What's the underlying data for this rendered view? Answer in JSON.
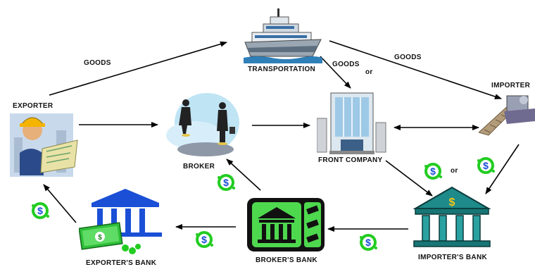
{
  "nodes": {
    "exporter": "EXPORTER",
    "transportation": "TRANSPORTATION",
    "broker": "BROKER",
    "front_company": "FRONT COMPANY",
    "importer": "IMPORTER",
    "importers_bank": "IMPORTER'S BANK",
    "brokers_bank": "BROKER'S BANK",
    "exporters_bank": "EXPORTER'S BANK"
  },
  "edges": {
    "goods_left": "GOODS",
    "goods_mid": "GOODS",
    "or_mid": "or",
    "goods_right": "GOODS",
    "or_money": "or"
  },
  "colors": {
    "money_green": "#22cc22",
    "money_blue": "#1a4fd6",
    "bank_teal": "#1e8a8a",
    "broker_bank_green": "#4ed84e"
  },
  "icons": [
    "dollar-coin-icon",
    "ship-icon",
    "building-icon",
    "bank-icon",
    "cargo-icon",
    "worker-icon"
  ]
}
